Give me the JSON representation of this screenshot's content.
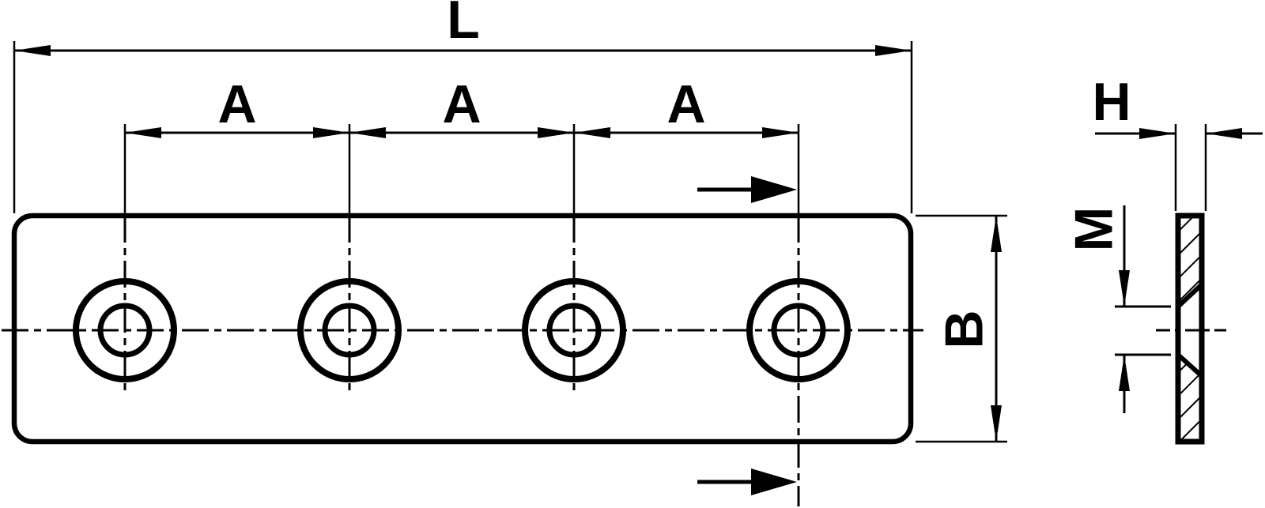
{
  "drawing": {
    "type": "technical-dimension-drawing",
    "colors": {
      "line": "#000000",
      "background": "#ffffff"
    },
    "dimensions": {
      "overall_length": "L",
      "hole_spacing": [
        "A",
        "A",
        "A"
      ],
      "plate_width": "B",
      "plate_thickness": "H",
      "thread_size": "M"
    },
    "front_view": {
      "hole_count": 4,
      "holes_countersunk": true
    },
    "side_view": {
      "sectioned": true
    }
  }
}
